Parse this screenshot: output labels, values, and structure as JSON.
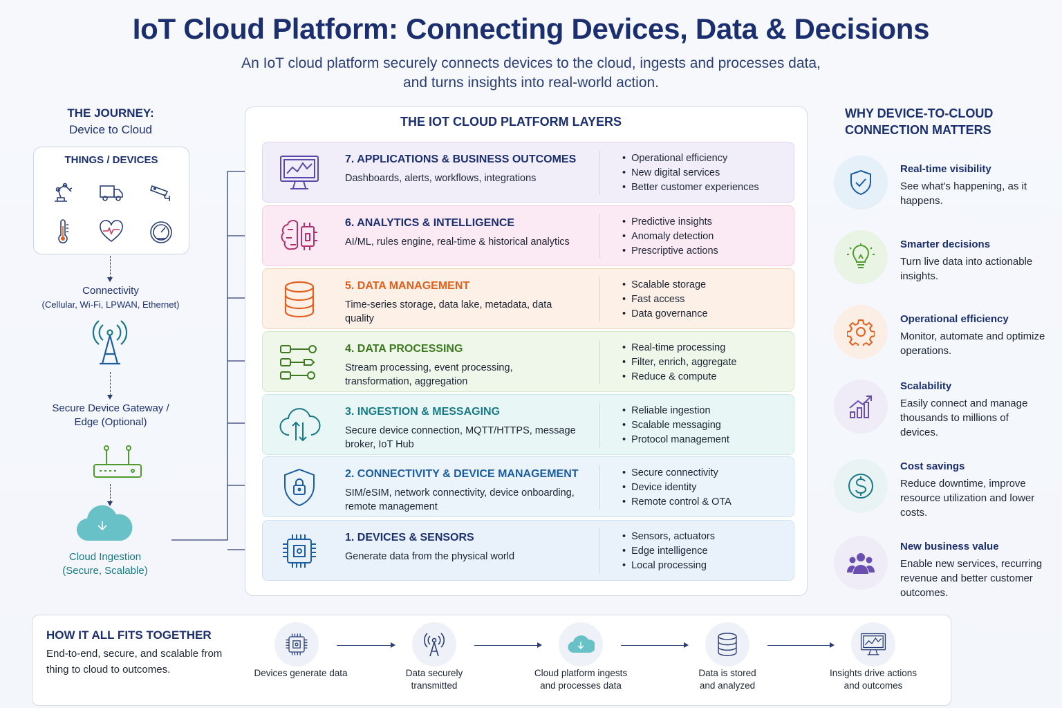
{
  "header": {
    "title": "IoT Cloud Platform: Connecting Devices, Data & Decisions",
    "subtitle_line1": "An IoT cloud platform securely connects devices to the cloud, ingests and processes data,",
    "subtitle_line2": "and turns insights into real-world action."
  },
  "journey": {
    "heading_line1": "THE JOURNEY:",
    "heading_line2": "Device to Cloud",
    "things_title": "THINGS / DEVICES",
    "things_icons": [
      "robot-arm-icon",
      "truck-icon",
      "security-camera-icon",
      "thermometer-icon",
      "heartbeat-icon",
      "gauge-icon"
    ],
    "connectivity_label": "Connectivity",
    "connectivity_detail": "(Cellular, Wi-Fi, LPWAN, Ethernet)",
    "gateway_line1": "Secure Device Gateway /",
    "gateway_line2": "Edge (Optional)",
    "cloud_line1": "Cloud Ingestion",
    "cloud_line2": "(Secure, Scalable)"
  },
  "layers": {
    "title": "THE IOT CLOUD PLATFORM LAYERS",
    "items": [
      {
        "name": "7. APPLICATIONS & BUSINESS OUTCOMES",
        "desc": "Dashboards, alerts, workflows, integrations",
        "bullets": [
          "Operational efficiency",
          "New digital services",
          "Better customer experiences"
        ],
        "icon": "monitor-chart-icon",
        "color": "#1b2f6e",
        "bg": "#f1eefa",
        "border": "#ddd6f0"
      },
      {
        "name": "6. ANALYTICS & INTELLIGENCE",
        "desc": "AI/ML, rules engine, real-time & historical analytics",
        "bullets": [
          "Predictive insights",
          "Anomaly detection",
          "Prescriptive actions"
        ],
        "icon": "brain-chip-icon",
        "color": "#1b2f6e",
        "bg": "#fbeaf3",
        "border": "#f0cfe2"
      },
      {
        "name": "5. DATA MANAGEMENT",
        "desc": "Time-series storage, data lake, metadata, data quality",
        "bullets": [
          "Scalable storage",
          "Fast access",
          "Data governance"
        ],
        "icon": "database-icon",
        "color": "#e0601d",
        "bg": "#fdf0e6",
        "border": "#f4d7c0"
      },
      {
        "name": "4. DATA PROCESSING",
        "desc": "Stream processing, event processing, transformation, aggregation",
        "bullets": [
          "Real-time processing",
          "Filter, enrich, aggregate",
          "Reduce & compute"
        ],
        "icon": "pipeline-icon",
        "color": "#3d7a1f",
        "bg": "#eff7ea",
        "border": "#d6e9c9"
      },
      {
        "name": "3. INGESTION & MESSAGING",
        "desc": "Secure device connection, MQTT/HTTPS, message broker, IoT Hub",
        "bullets": [
          "Reliable ingestion",
          "Scalable messaging",
          "Protocol management"
        ],
        "icon": "cloud-transfer-icon",
        "color": "#167a86",
        "bg": "#e9f6f6",
        "border": "#cde7e9"
      },
      {
        "name": "2. CONNECTIVITY & DEVICE MANAGEMENT",
        "desc": "SIM/eSIM, network connectivity, device onboarding, remote management",
        "bullets": [
          "Secure connectivity",
          "Device identity",
          "Remote control & OTA"
        ],
        "icon": "shield-lock-icon",
        "color": "#1a5da0",
        "bg": "#ebf3fb",
        "border": "#d1e2f2"
      },
      {
        "name": "1. DEVICES & SENSORS",
        "desc": "Generate data from the physical world",
        "bullets": [
          "Sensors, actuators",
          "Edge intelligence",
          "Local processing"
        ],
        "icon": "chip-icon",
        "color": "#1b2f6e",
        "bg": "#e9f2fa",
        "border": "#cfe0ee"
      }
    ]
  },
  "why": {
    "title_line1": "WHY DEVICE-TO-CLOUD",
    "title_line2": "CONNECTION MATTERS",
    "items": [
      {
        "heading": "Real-time visibility",
        "text": "See what's happening, as it happens.",
        "icon": "shield-check-icon",
        "color": "#1a5da0",
        "bg": "#e6f0f8"
      },
      {
        "heading": "Smarter decisions",
        "text": "Turn live data into actionable insights.",
        "icon": "lightbulb-icon",
        "color": "#4f9a2c",
        "bg": "#eaf4e4"
      },
      {
        "heading": "Operational efficiency",
        "text": "Monitor, automate and optimize operations.",
        "icon": "gear-icon",
        "color": "#e0601d",
        "bg": "#fbeee4"
      },
      {
        "heading": "Scalability",
        "text": "Easily connect and manage thousands to millions of devices.",
        "icon": "growth-chart-icon",
        "color": "#6a4fb0",
        "bg": "#efebf7"
      },
      {
        "heading": "Cost savings",
        "text": "Reduce downtime, improve resource utilization and lower costs.",
        "icon": "dollar-icon",
        "color": "#167a86",
        "bg": "#eaf3f4"
      },
      {
        "heading": "New business value",
        "text": "Enable new services, recurring revenue and better customer outcomes.",
        "icon": "people-icon",
        "color": "#6a4fb0",
        "bg": "#efebf7"
      }
    ]
  },
  "bottom": {
    "title": "HOW IT ALL FITS TOGETHER",
    "text": "End-to-end, secure, and scalable from thing to cloud to outcomes.",
    "steps": [
      {
        "label_line1": "Devices generate data",
        "label_line2": "",
        "icon": "chip-icon"
      },
      {
        "label_line1": "Data securely",
        "label_line2": "transmitted",
        "icon": "antenna-icon"
      },
      {
        "label_line1": "Cloud platform ingests",
        "label_line2": "and processes data",
        "icon": "cloud-icon"
      },
      {
        "label_line1": "Data is stored",
        "label_line2": "and analyzed",
        "icon": "database-icon"
      },
      {
        "label_line1": "Insights drive actions",
        "label_line2": "and outcomes",
        "icon": "monitor-chart-icon"
      }
    ]
  }
}
